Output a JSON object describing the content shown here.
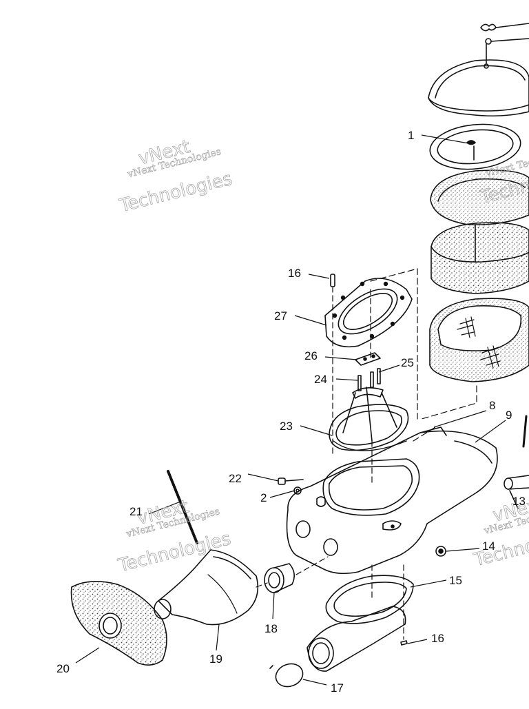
{
  "watermark": {
    "line1": "vNext",
    "line2": "vNext Technologies",
    "line3": "Technologies"
  },
  "callouts": {
    "c1": "1",
    "c2": "2",
    "c8": "8",
    "c9": "9",
    "c13": "13",
    "c14": "14",
    "c15": "15",
    "c16a": "16",
    "c16b": "16",
    "c17": "17",
    "c18": "18",
    "c19": "19",
    "c20": "20",
    "c21": "21",
    "c22": "22",
    "c23": "23",
    "c24": "24",
    "c25": "25",
    "c26": "26",
    "c27": "27"
  }
}
